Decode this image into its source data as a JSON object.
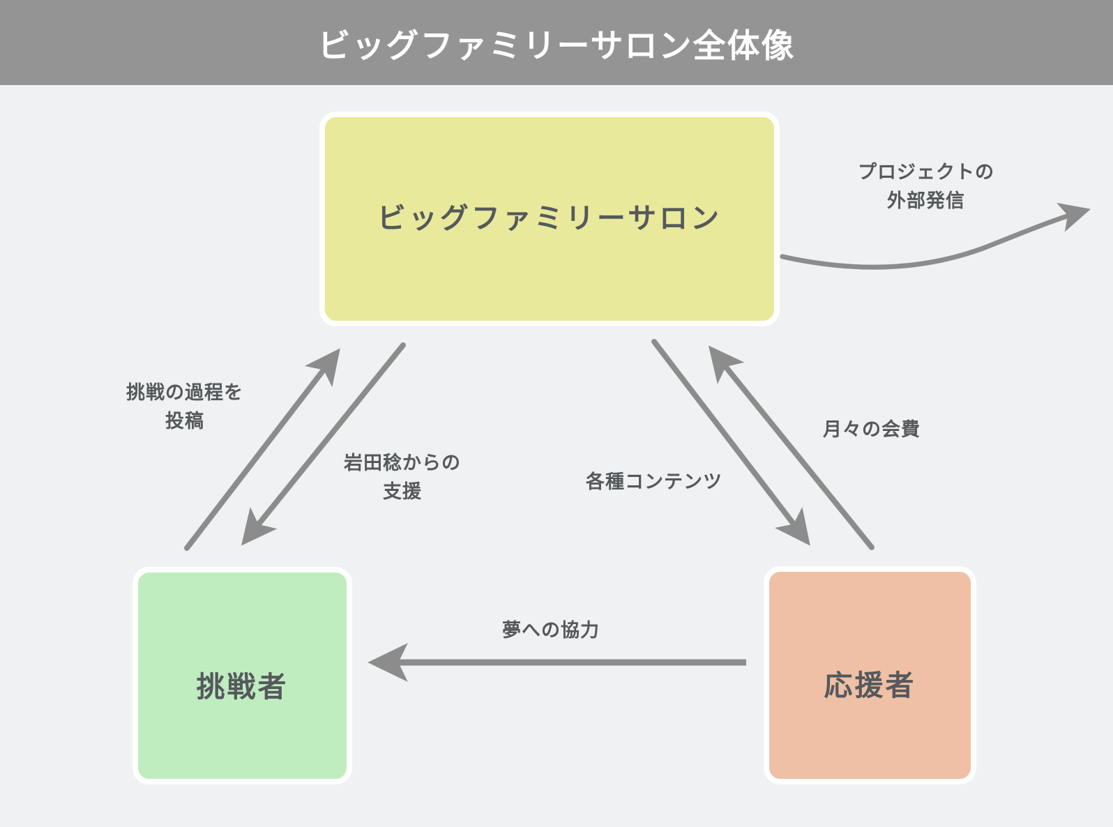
{
  "header": {
    "title": "ビッグファミリーサロン全体像",
    "background_color": "#949494",
    "text_color": "#ffffff"
  },
  "canvas": {
    "background_color": "#EFF1F2",
    "text_color": "#55595C",
    "arrow_color": "#8C8C8C"
  },
  "nodes": {
    "salon": {
      "label": "ビッグファミリーサロン",
      "color": "#E9E99B"
    },
    "challenger": {
      "label": "挑戦者",
      "color": "#BFEDC0"
    },
    "supporter": {
      "label": "応援者",
      "color": "#EFC0A6"
    }
  },
  "edges": {
    "external_broadcast": {
      "label": "プロジェクトの\n外部発信",
      "from": "salon",
      "to": "outside",
      "direction": "up-right-curve"
    },
    "post_progress": {
      "label": "挑戦の過程を\n投稿",
      "from": "challenger",
      "to": "salon",
      "direction": "up-right"
    },
    "iwata_support": {
      "label": "岩田稔からの\n支援",
      "from": "salon",
      "to": "challenger",
      "direction": "down-left"
    },
    "various_contents": {
      "label": "各種コンテンツ",
      "from": "salon",
      "to": "supporter",
      "direction": "down-right"
    },
    "monthly_fee": {
      "label": "月々の会費",
      "from": "supporter",
      "to": "salon",
      "direction": "up-left"
    },
    "dream_cooperation": {
      "label": "夢への協力",
      "from": "supporter",
      "to": "challenger",
      "direction": "left"
    }
  }
}
